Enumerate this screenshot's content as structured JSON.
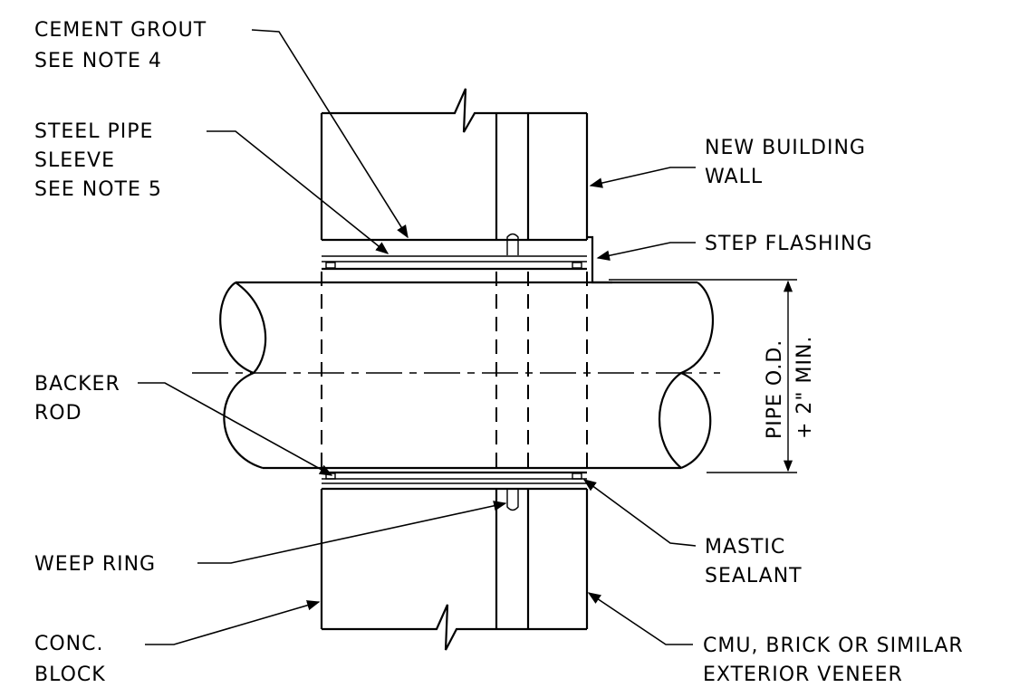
{
  "labels": {
    "cement_grout": [
      "CEMENT GROUT",
      "SEE NOTE 4"
    ],
    "steel_pipe_sleeve": [
      "STEEL PIPE",
      "SLEEVE",
      "SEE NOTE 5"
    ],
    "new_building_wall": [
      "NEW BUILDING",
      "WALL"
    ],
    "step_flashing": [
      "STEP FLASHING"
    ],
    "backer_rod": [
      "BACKER",
      "ROD"
    ],
    "weep_ring": [
      "WEEP RING"
    ],
    "conc_block": [
      "CONC.",
      "BLOCK"
    ],
    "mastic_sealant": [
      "MASTIC",
      "SEALANT"
    ],
    "veneer": [
      "CMU, BRICK OR SIMILAR",
      "EXTERIOR VENEER"
    ]
  },
  "dimension": [
    "PIPE O.D.",
    "+ 2\" MIN."
  ]
}
